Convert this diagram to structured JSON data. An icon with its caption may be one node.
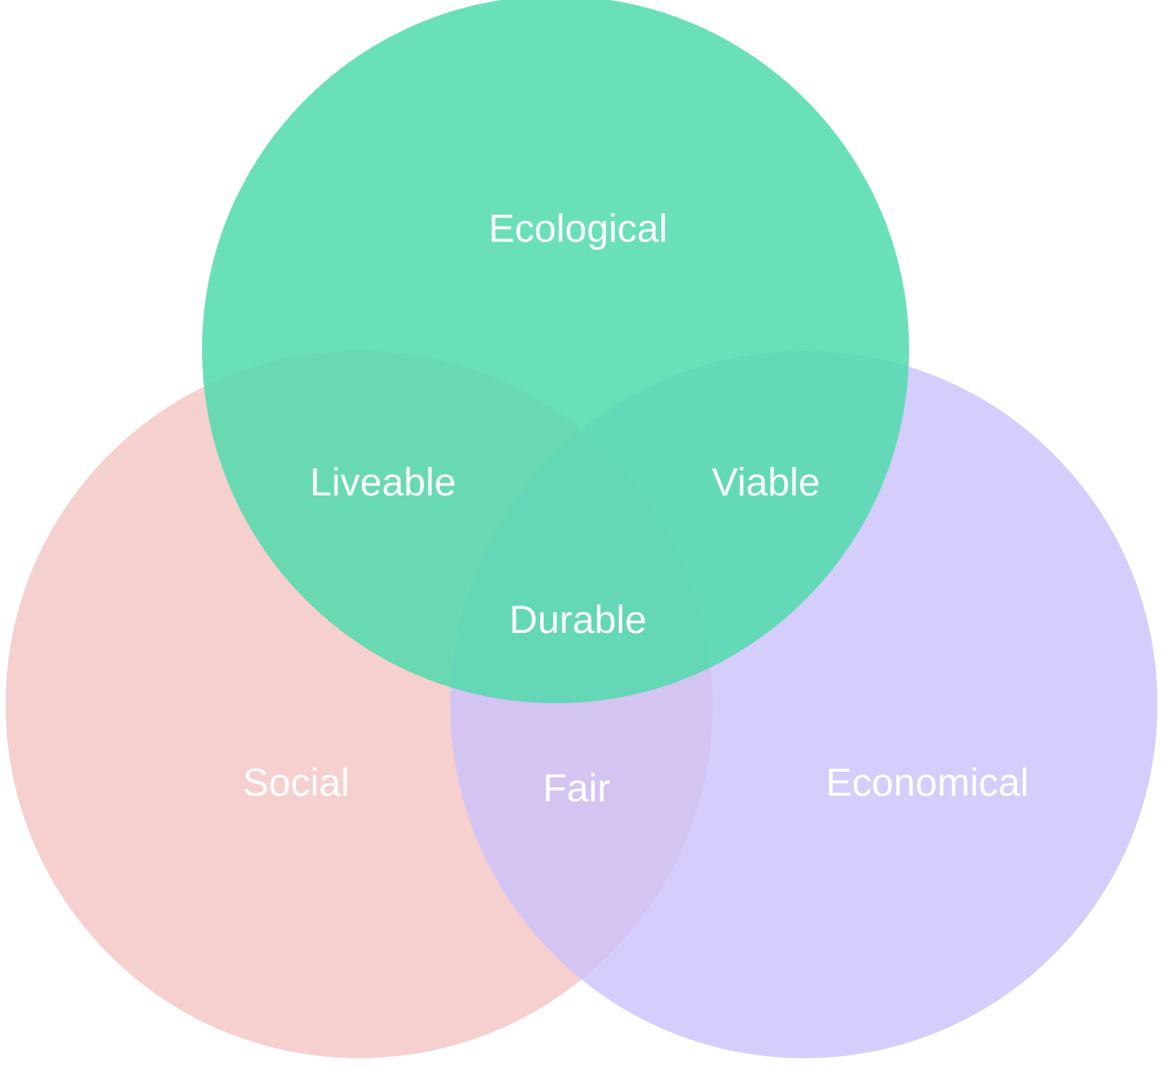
{
  "diagram": {
    "nodes": [
      {
        "text": [
          "Ecological"
        ]
      },
      {
        "text": [
          "Social"
        ]
      },
      {
        "text": [
          "Economical"
        ]
      }
    ],
    "labels": [
      "Liveable",
      "Viable",
      "Durable",
      "Fair"
    ]
  }
}
